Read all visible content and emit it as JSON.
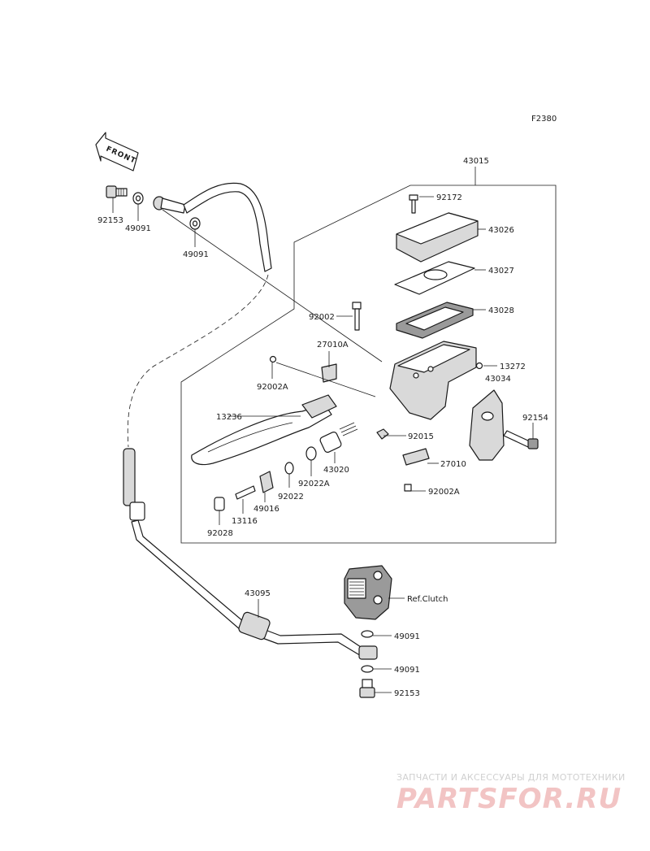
{
  "figure_code": "F2380",
  "front_label": "FRONT",
  "ref_label": "Ref.Clutch",
  "parts": {
    "p43015": "43015",
    "p92172": "92172",
    "p43026": "43026",
    "p43027": "43027",
    "p43028": "43028",
    "p92002": "92002",
    "p27010A": "27010A",
    "p13272": "13272",
    "p43034": "43034",
    "p92002A_top": "92002A",
    "p13236": "13236",
    "p92154": "92154",
    "p92015": "92015",
    "p43020": "43020",
    "p27010": "27010",
    "p92022A": "92022A",
    "p92022": "92022",
    "p49016": "49016",
    "p92002A_bot": "92002A",
    "p13116": "13116",
    "p92028": "92028",
    "p92153_top": "92153",
    "p49091_a": "49091",
    "p49091_b": "49091",
    "p43095": "43095",
    "p49091_c": "49091",
    "p49091_d": "49091",
    "p92153_bot": "92153"
  },
  "watermark": {
    "line1": "ЗАПЧАСТИ И АКСЕССУАРЫ ДЛЯ МОТОТЕХНИКИ",
    "line2": "PARTSFOR.RU"
  }
}
